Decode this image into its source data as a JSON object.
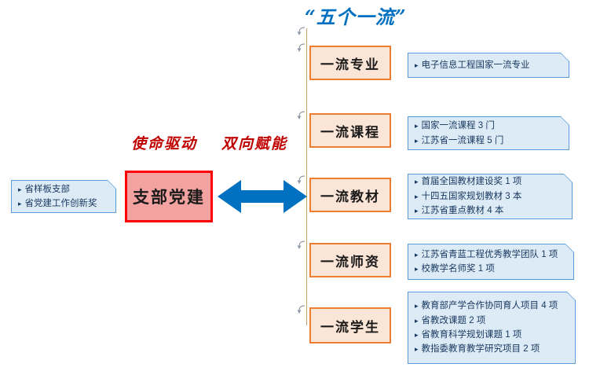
{
  "title": "“五个一流”",
  "bullet": "▸",
  "left_group": {
    "items": [
      "省样板支部",
      "省党建工作创新奖"
    ]
  },
  "center": {
    "label": "支部党建",
    "caption_left": "使命驱动",
    "caption_right": "双向赋能"
  },
  "rows": [
    {
      "label": "一流专业",
      "items": [
        "电子信息工程国家一流专业"
      ]
    },
    {
      "label": "一流课程",
      "items": [
        "国家一流课程 3 门",
        "江苏省一流课程 5 门"
      ]
    },
    {
      "label": "一流教材",
      "items": [
        "首届全国教材建设奖 1 项",
        "十四五国家规划教材 3 本",
        "江苏省重点教材 4 本"
      ]
    },
    {
      "label": "一流师资",
      "items": [
        "江苏省青蓝工程优秀教学团队 1 项",
        "校教学名师奖 1 项"
      ]
    },
    {
      "label": "一流学生",
      "items": [
        "教育部产学合作协同育人项目 4 项",
        "省教改课题 2 项",
        "省教育科学规划课题 1 项",
        "教指委教育教学研究项目 2 项"
      ]
    }
  ],
  "colors": {
    "title_blue": "#0070c0",
    "arrow_blue": "#0070c0",
    "caption_red": "#c00000",
    "center_fill": "#f2a2a0",
    "center_border": "#ff0000",
    "stage_fill": "#fbe5d6",
    "stage_border": "#ed7d31",
    "callout_fill": "#ddebf7",
    "callout_border": "#5b9bd5",
    "callout_text": "#17375e",
    "connector_line": "#c9a063"
  }
}
